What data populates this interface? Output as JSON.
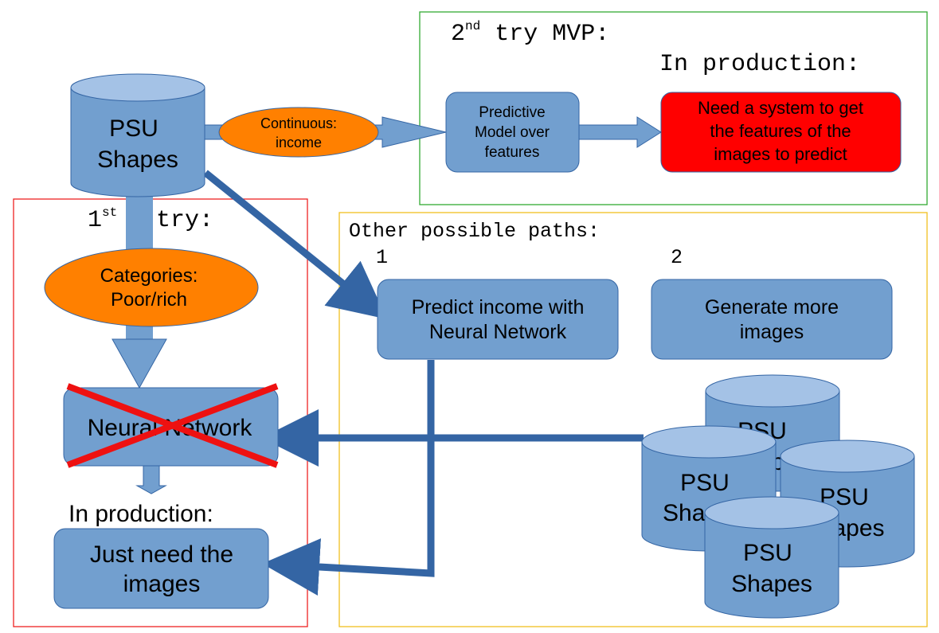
{
  "source": {
    "label_line1": "PSU",
    "label_line2": "Shapes"
  },
  "continuous_oval": {
    "line1": "Continuous:",
    "line2": "income"
  },
  "second_try": {
    "heading_prefix": "2",
    "heading_sup": "nd",
    "heading_suffix": " try MVP:",
    "production_label": "In production:",
    "predictive_box": [
      "Predictive",
      "Model over",
      "features"
    ],
    "need_box": [
      "Need a system to get",
      "the features of the",
      "images to predict"
    ]
  },
  "first_try": {
    "heading_prefix": "1",
    "heading_sup": "st",
    "heading_suffix": "try:",
    "categories_oval": [
      "Categories:",
      "Poor/rich"
    ],
    "neural_network_label": "Neural Network",
    "production_label": "In production:",
    "just_need_box": [
      "Just need the",
      "images"
    ]
  },
  "other_paths": {
    "heading": "Other possible paths:",
    "path1_number": "1",
    "path2_number": "2",
    "path1_box": [
      "Predict income with",
      "Neural Network"
    ],
    "path2_box": [
      "Generate more",
      "images"
    ]
  },
  "stack": {
    "back": [
      "PSU",
      ""
    ],
    "left": [
      "PSU",
      "Sha"
    ],
    "right": [
      "PSU",
      "apes"
    ],
    "front": [
      "PSU",
      "Shapes"
    ],
    "back_partial": "p"
  },
  "colors": {
    "blue_fill": "#729fcf",
    "blue_dark": "#3465a4",
    "cyl_top": "#a4c2e6",
    "orange": "#ff8000",
    "red_fill": "#ff0000",
    "cross": "#ee1111",
    "green_frame": "#33aa33",
    "red_frame": "#ee2222",
    "yellow_frame": "#f0c020"
  }
}
